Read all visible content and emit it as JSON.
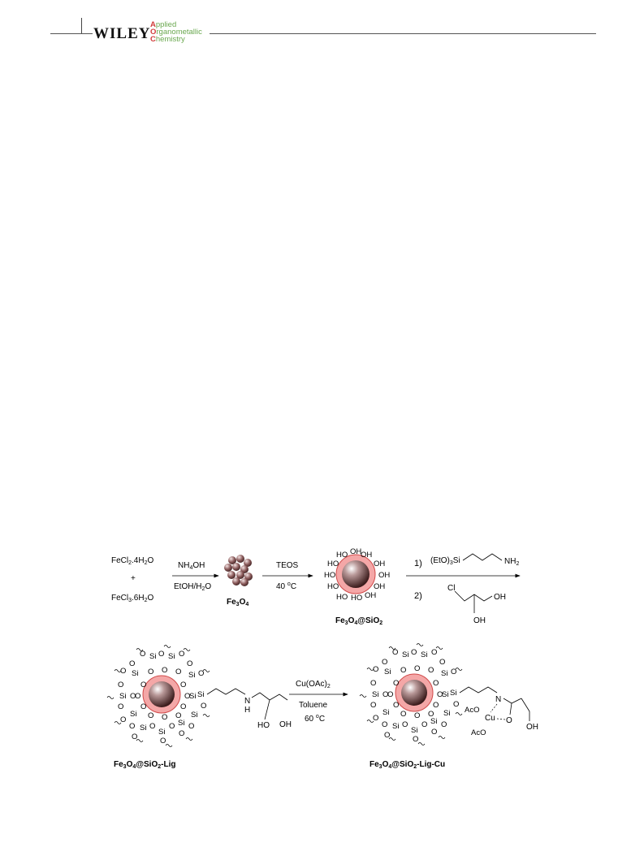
{
  "header": {
    "publisher": "WILEY",
    "journal_line1_initial": "A",
    "journal_line1_rest": "pplied",
    "journal_line2_initial": "O",
    "journal_line2_rest": "rganometallic",
    "journal_line3_initial": "C",
    "journal_line3_rest": "hemistry"
  },
  "scheme": {
    "step1_reactant_top": "FeCl2.4H2O",
    "plus": "+",
    "step1_reactant_bottom": "FeCl3.6H2O",
    "step1_reagent": "NH4OH",
    "step1_solvent": "EtOH/H2O",
    "product1": "Fe3O4",
    "step2_reagent": "TEOS",
    "step2_condition": "40 °C",
    "product2": "Fe3O4@SiO2",
    "step3_label1": "1)",
    "step3_reagent1": "(EtO)3Si",
    "step3_reagent1_end": "NH2",
    "step3_label2": "2)",
    "step3_cl": "Cl",
    "step3_oh1": "OH",
    "step3_oh2": "OH",
    "product3": "Fe3O4@SiO2-Lig",
    "lig_nh": "N",
    "lig_h": "H",
    "lig_ho": "HO",
    "lig_oh": "OH",
    "step4_reagent": "Cu(OAc)2",
    "step4_solvent": "Toluene",
    "step4_condition": "60 °C",
    "product4": "Fe3O4@SiO2-Lig-Cu",
    "cu": "Cu",
    "aco1": "AcO",
    "aco2": "AcO",
    "cu_n": "N",
    "cu_o": "O",
    "cu_oh": "OH",
    "si": "Si",
    "o": "O",
    "ho": "HO",
    "oh": "OH"
  },
  "colors": {
    "shell": "#f4a7a7",
    "shell_edge": "#d14a4a",
    "core": "#7a4a4a",
    "journal_green": "#6aa84f",
    "journal_red": "#d13b3b"
  }
}
